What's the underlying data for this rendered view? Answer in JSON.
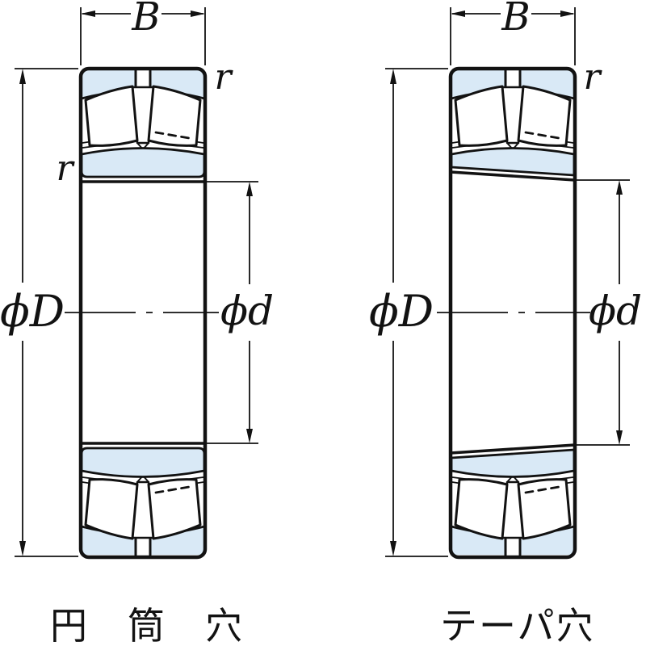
{
  "colors": {
    "ring_fill": "#d9e9f6",
    "line": "#121212",
    "background": "#ffffff"
  },
  "diagram": {
    "type": "spherical-roller-bearing cross sections",
    "views": [
      {
        "caption": "円筒穴",
        "bore_type": "cylindrical bore",
        "width_label": "B",
        "outer_dia_label": "ϕD",
        "bore_dia_label": "ϕd",
        "chamfer_label": "r",
        "chamfer_label_inner": "r"
      },
      {
        "caption": "テーパ穴",
        "bore_type": "tapered bore",
        "width_label": "B",
        "outer_dia_label": "ϕD",
        "bore_dia_label": "ϕd",
        "chamfer_label": "r"
      }
    ]
  }
}
